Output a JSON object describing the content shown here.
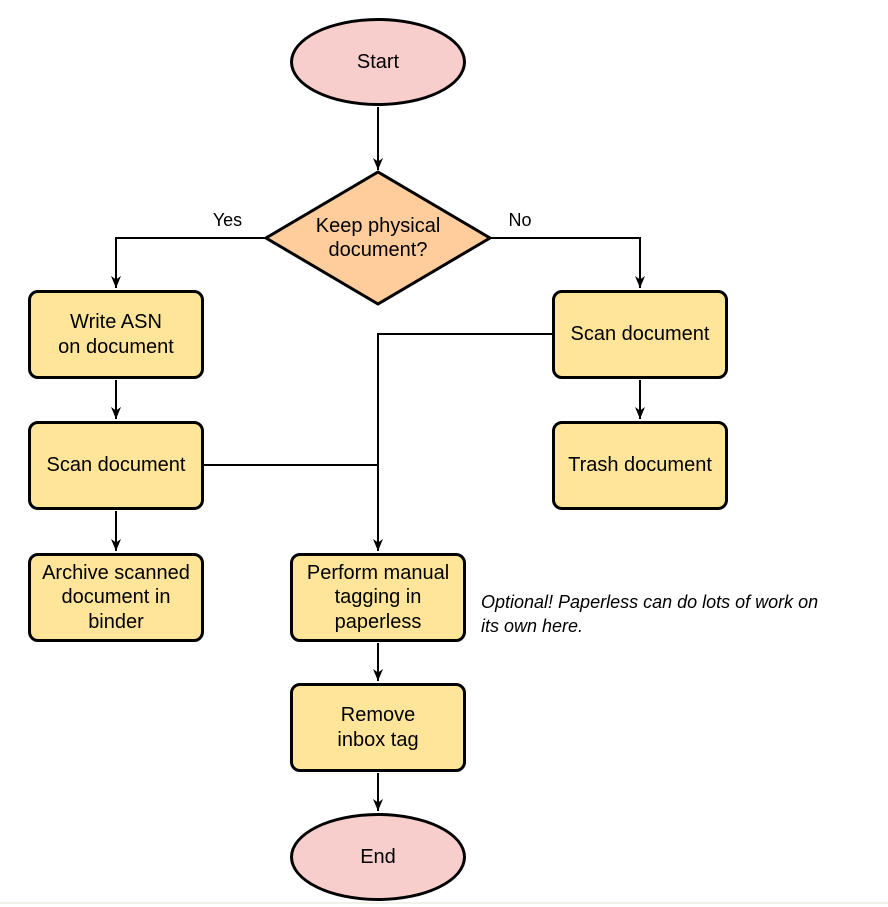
{
  "colors": {
    "terminator_fill": "#F8CECC",
    "decision_fill": "#FFCD9C",
    "process_fill": "#FFE599",
    "stroke": "#000000",
    "bottom_rule": "#F2F1E8"
  },
  "nodes": {
    "start": {
      "label": "Start",
      "type": "terminator"
    },
    "decision": {
      "label": "Keep physical\ndocument?",
      "type": "decision"
    },
    "write_asn": {
      "label": "Write ASN\non document",
      "type": "process"
    },
    "scan_left": {
      "label": "Scan document",
      "type": "process"
    },
    "archive": {
      "label": "Archive scanned\ndocument in\nbinder",
      "type": "process"
    },
    "scan_right": {
      "label": "Scan document",
      "type": "process"
    },
    "trash": {
      "label": "Trash document",
      "type": "process"
    },
    "perform_tagging": {
      "label": "Perform manual\ntagging in\npaperless",
      "type": "process"
    },
    "remove_inbox_tag": {
      "label": "Remove\ninbox tag",
      "type": "process"
    },
    "end": {
      "label": "End",
      "type": "terminator"
    }
  },
  "edge_labels": {
    "yes": "Yes",
    "no": "No"
  },
  "annotation": "Optional! Paperless can do lots of work on\nits own here."
}
